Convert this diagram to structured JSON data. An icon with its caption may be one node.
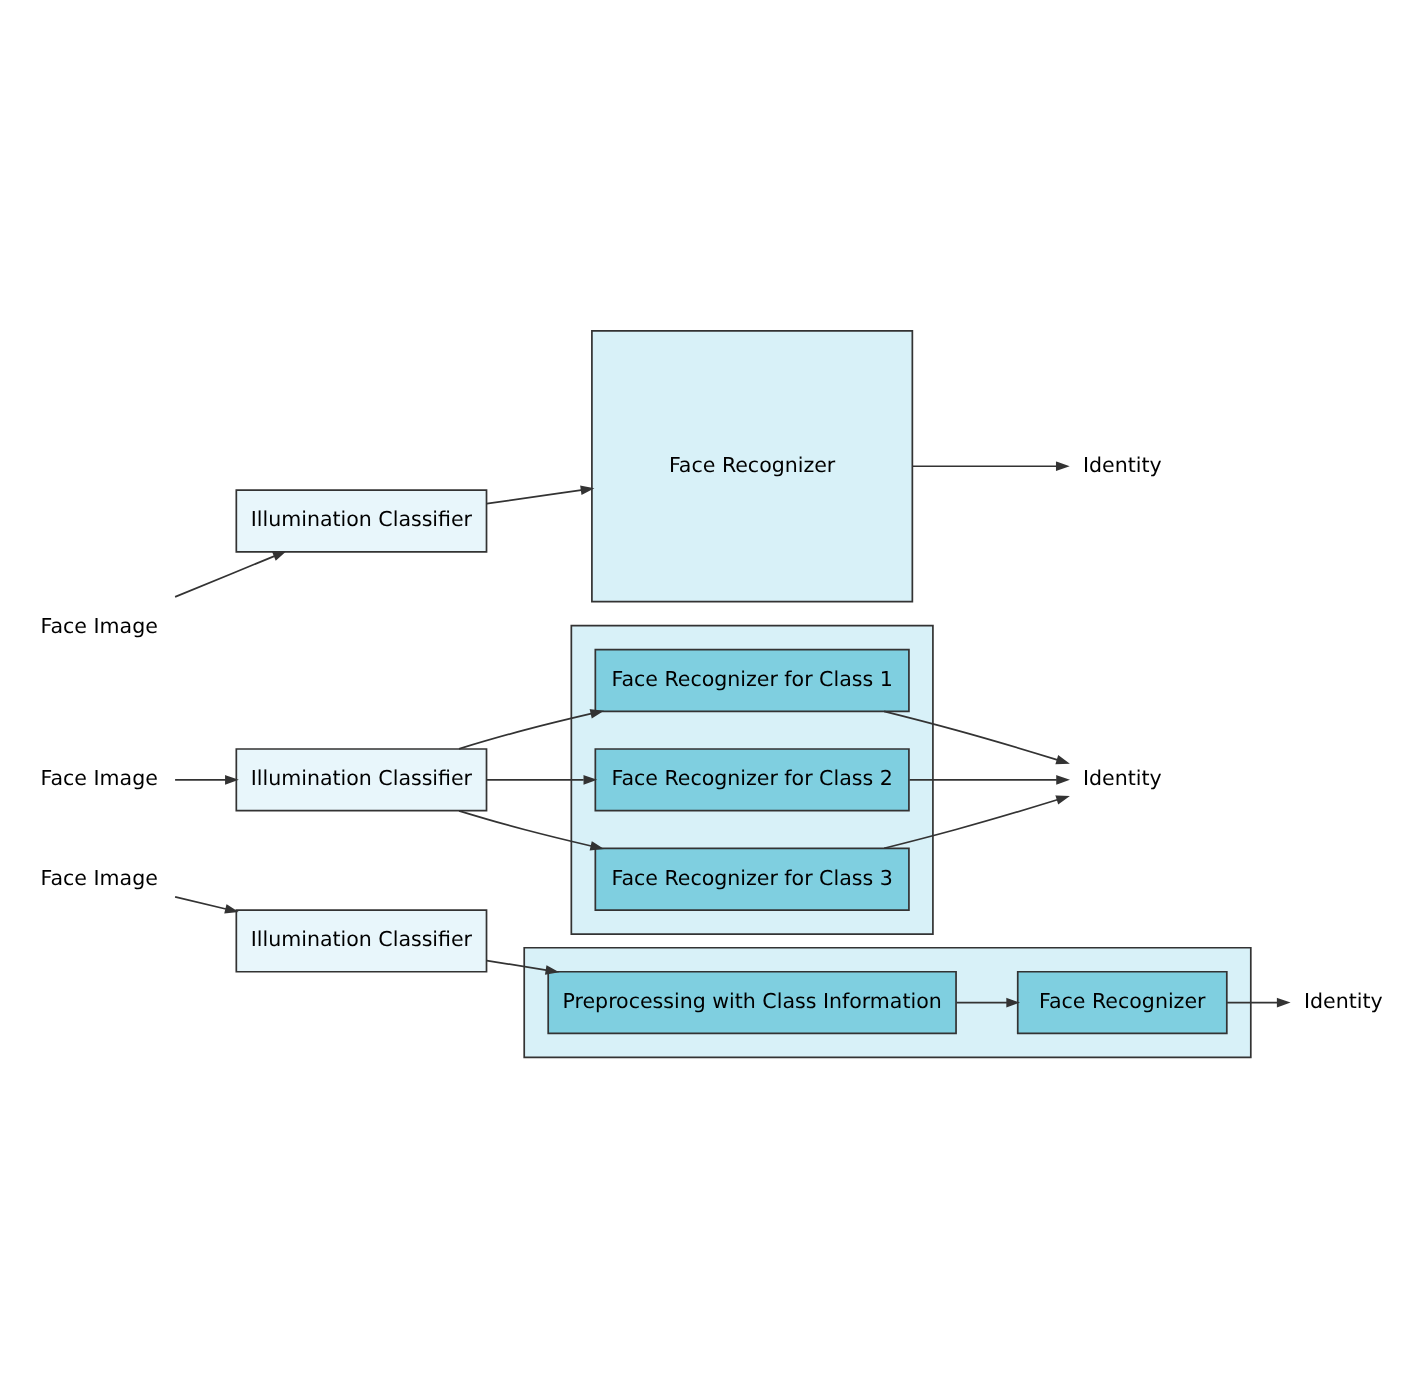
{
  "diagram": {
    "nodes": [
      {
        "text": [
          "Face Image"
        ]
      },
      {
        "text": [
          "Illumination Classifier"
        ]
      },
      {
        "text": [
          "Face Recognizer"
        ]
      },
      {
        "text": [
          "Identity"
        ]
      },
      {
        "text": [
          "Face Image"
        ]
      },
      {
        "text": [
          "Illumination Classifier"
        ]
      },
      {
        "text": [],
        "shape": "box"
      },
      {
        "text": [
          "Face Recognizer for Class 1"
        ],
        "in": 6
      },
      {
        "text": [
          "Face Recognizer for Class 2"
        ],
        "in": 6
      },
      {
        "text": [
          "Face Recognizer for Class 3"
        ],
        "in": 6
      },
      {
        "text": [
          "Identity"
        ]
      },
      {
        "text": [
          "Face Image"
        ]
      },
      {
        "text": [
          "Illumination Classifier"
        ]
      },
      {
        "text": [],
        "shape": "box"
      },
      {
        "text": [
          "Preprocessing with Class Information"
        ],
        "in": 13
      },
      {
        "text": [
          "Face Recognizer"
        ],
        "in": 13
      },
      {
        "text": [
          "Identity"
        ]
      }
    ],
    "edges": [
      {
        "from": 0,
        "to": 1,
        "arrow": "to"
      },
      {
        "from": 1,
        "to": 2,
        "arrow": "to"
      },
      {
        "from": 2,
        "to": 3,
        "arrow": "to"
      },
      {
        "from": 4,
        "to": 5,
        "arrow": "to"
      },
      {
        "from": 5,
        "to": 7,
        "arrow": "to"
      },
      {
        "from": 5,
        "to": 8,
        "arrow": "to"
      },
      {
        "from": 5,
        "to": 9,
        "arrow": "to"
      },
      {
        "from": 7,
        "to": 10,
        "arrow": "to"
      },
      {
        "from": 8,
        "to": 10,
        "arrow": "to"
      },
      {
        "from": 9,
        "to": 10,
        "arrow": "to"
      },
      {
        "from": 11,
        "to": 12,
        "arrow": "to"
      },
      {
        "from": 12,
        "to": 14,
        "arrow": "to"
      },
      {
        "from": 14,
        "to": 15,
        "arrow": "to"
      },
      {
        "from": 15,
        "to": 16,
        "arrow": "to"
      }
    ]
  }
}
